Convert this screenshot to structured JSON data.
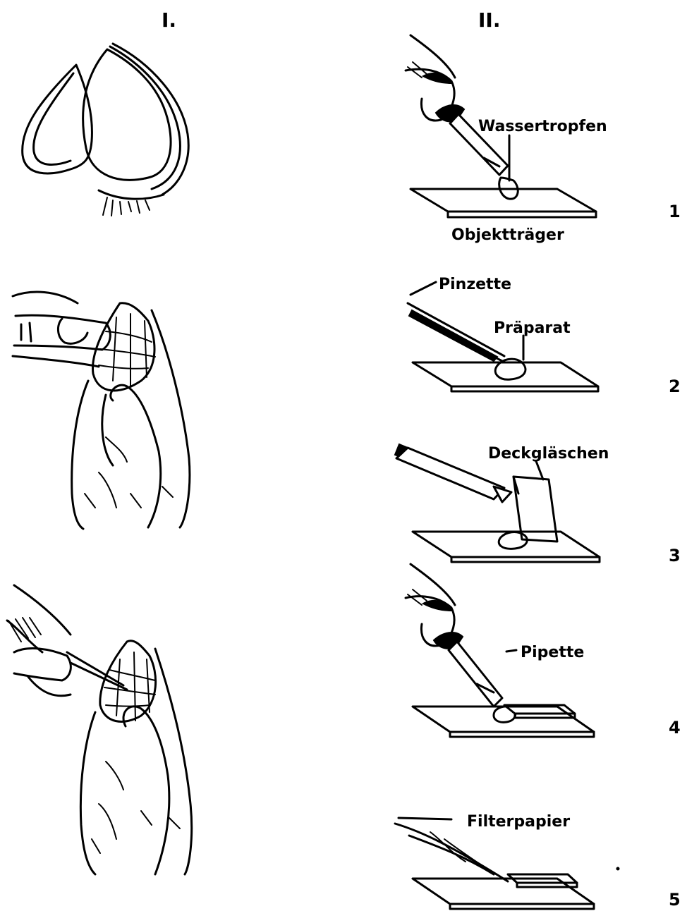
{
  "columns": {
    "left_heading": "I.",
    "right_heading": "II."
  },
  "steps": [
    {
      "number": "1",
      "labels": [
        "Wassertropfen",
        "Objektträger"
      ]
    },
    {
      "number": "2",
      "labels": [
        "Pinzette",
        "Präparat"
      ]
    },
    {
      "number": "3",
      "labels": [
        "Deckgläschen"
      ]
    },
    {
      "number": "4",
      "labels": [
        "Pipette"
      ]
    },
    {
      "number": "5",
      "labels": [
        "Filterpapier"
      ]
    }
  ]
}
